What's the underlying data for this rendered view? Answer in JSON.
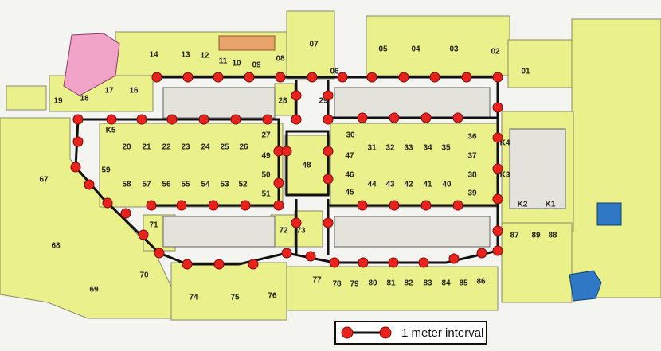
{
  "colors": {
    "shop": "#eaf08a",
    "pink": "#f2a3c8",
    "orange": "#e7a36a",
    "blue": "#2f78c5",
    "dot": "#e8231e"
  },
  "legend": {
    "label": "1 meter interval"
  },
  "units": [
    {
      "id": "01"
    },
    {
      "id": "02"
    },
    {
      "id": "03"
    },
    {
      "id": "04"
    },
    {
      "id": "05"
    },
    {
      "id": "06"
    },
    {
      "id": "07"
    },
    {
      "id": "08"
    },
    {
      "id": "09"
    },
    {
      "id": "10"
    },
    {
      "id": "11"
    },
    {
      "id": "12"
    },
    {
      "id": "13"
    },
    {
      "id": "14"
    },
    {
      "id": "16"
    },
    {
      "id": "17"
    },
    {
      "id": "18"
    },
    {
      "id": "19"
    },
    {
      "id": "20"
    },
    {
      "id": "21"
    },
    {
      "id": "22"
    },
    {
      "id": "23"
    },
    {
      "id": "24"
    },
    {
      "id": "25"
    },
    {
      "id": "26"
    },
    {
      "id": "27"
    },
    {
      "id": "28"
    },
    {
      "id": "29"
    },
    {
      "id": "30"
    },
    {
      "id": "31"
    },
    {
      "id": "32"
    },
    {
      "id": "33"
    },
    {
      "id": "34"
    },
    {
      "id": "35"
    },
    {
      "id": "36"
    },
    {
      "id": "37"
    },
    {
      "id": "38"
    },
    {
      "id": "39"
    },
    {
      "id": "40"
    },
    {
      "id": "41"
    },
    {
      "id": "42"
    },
    {
      "id": "43"
    },
    {
      "id": "44"
    },
    {
      "id": "45"
    },
    {
      "id": "46"
    },
    {
      "id": "47"
    },
    {
      "id": "48"
    },
    {
      "id": "49"
    },
    {
      "id": "50"
    },
    {
      "id": "51"
    },
    {
      "id": "52"
    },
    {
      "id": "53"
    },
    {
      "id": "54"
    },
    {
      "id": "55"
    },
    {
      "id": "56"
    },
    {
      "id": "57"
    },
    {
      "id": "58"
    },
    {
      "id": "59"
    },
    {
      "id": "67"
    },
    {
      "id": "68"
    },
    {
      "id": "69"
    },
    {
      "id": "70"
    },
    {
      "id": "71"
    },
    {
      "id": "72"
    },
    {
      "id": "73"
    },
    {
      "id": "74"
    },
    {
      "id": "75"
    },
    {
      "id": "76"
    },
    {
      "id": "77"
    },
    {
      "id": "78"
    },
    {
      "id": "79"
    },
    {
      "id": "80"
    },
    {
      "id": "81"
    },
    {
      "id": "82"
    },
    {
      "id": "83"
    },
    {
      "id": "84"
    },
    {
      "id": "85"
    },
    {
      "id": "86"
    },
    {
      "id": "87"
    },
    {
      "id": "88"
    },
    {
      "id": "89"
    },
    {
      "id": "K1"
    },
    {
      "id": "K2"
    },
    {
      "id": "K3"
    },
    {
      "id": "K4"
    },
    {
      "id": "K5"
    }
  ]
}
